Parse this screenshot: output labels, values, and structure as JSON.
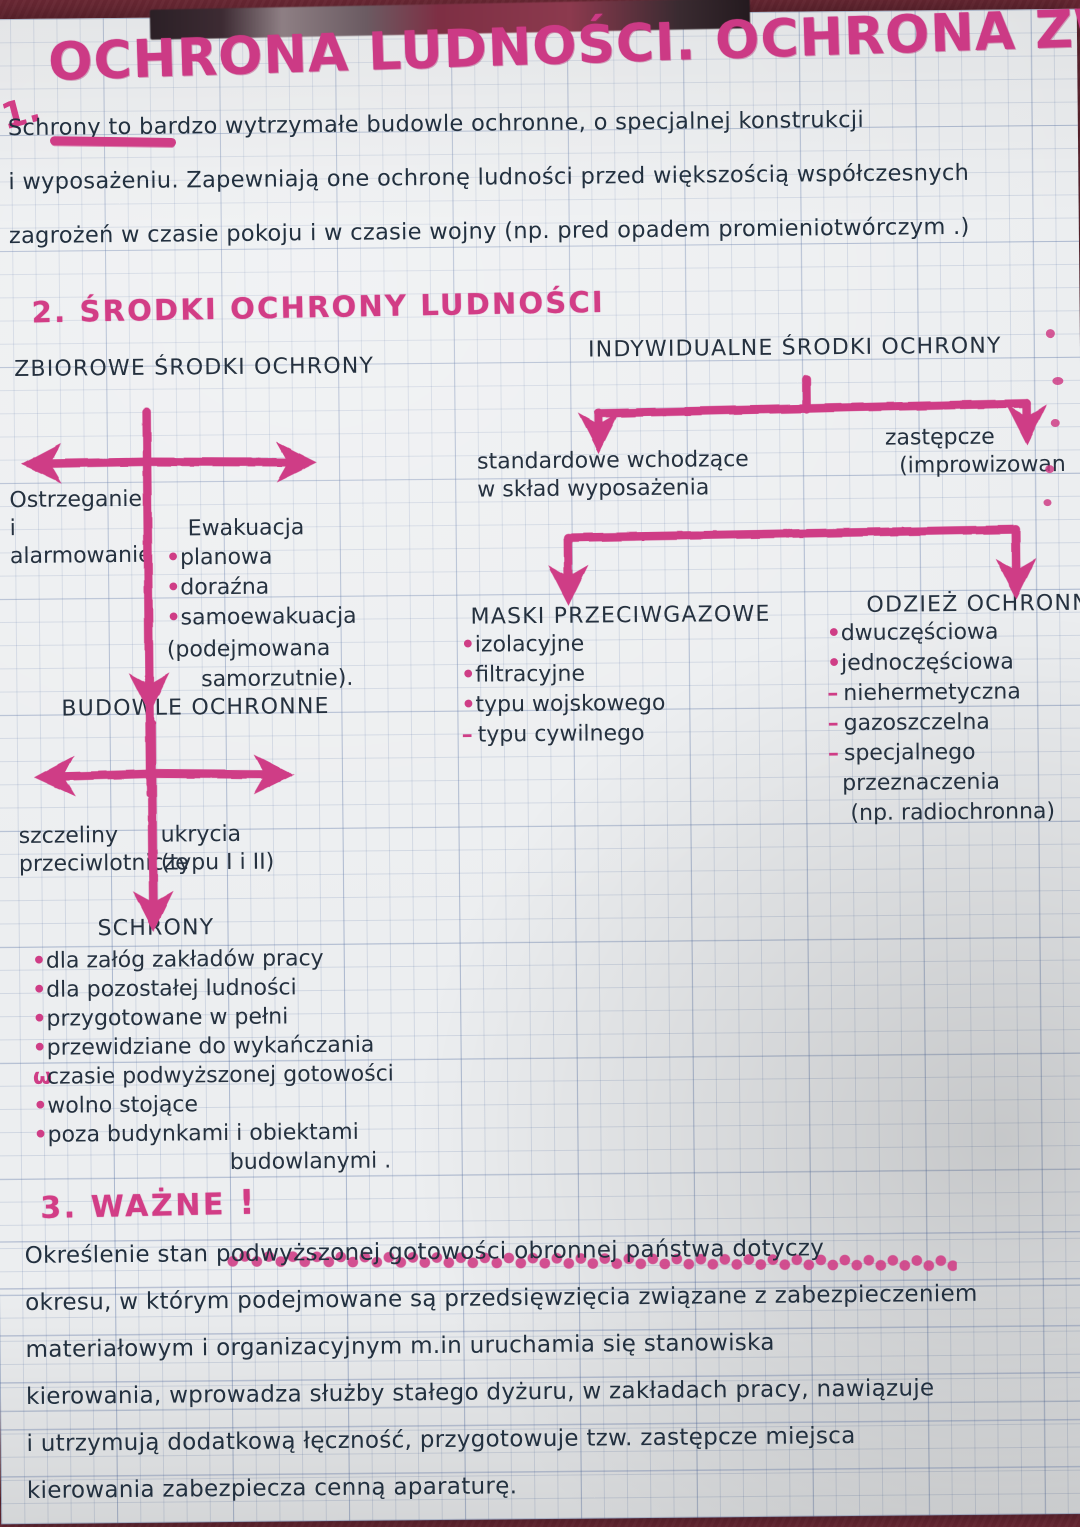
{
  "document": {
    "title": "OCHRONA LUDNOŚCI. OCHRONA ZWIERZĄT.",
    "medium": "handwritten notes on graph paper",
    "accent_color": "#cf3d86",
    "ink_color": "#25313f"
  },
  "section1": {
    "number": "1.",
    "underlined_word": "Schrony",
    "lines": [
      "Schrony to bardzo wytrzymałe budowle ochronne, o specjalnej konstrukcji",
      "i wyposażeniu. Zapewniają one ochronę ludności przed większością współczesnych",
      "zagrożeń w czasie pokoju i w czasie wojny (np. pred opadem promieniotwórczym .)"
    ]
  },
  "section2": {
    "heading": "2. ŚRODKI OCHRONY LUDNOŚCI",
    "left_branch": {
      "root": "ZBIOROWE ŚRODKI OCHRONY",
      "child_left": {
        "lines": [
          "Ostrzeganie",
          "i",
          "alarmowanie"
        ]
      },
      "child_right": {
        "title": "Ewakuacja",
        "items": [
          {
            "marker": "•",
            "text": "planowa"
          },
          {
            "marker": "•",
            "text": "doraźna"
          },
          {
            "marker": "•",
            "text": "samoewakuacja"
          }
        ],
        "note_lines": [
          "(podejmowana",
          "samorzutnie)."
        ]
      },
      "node_budowle": "BUDOWLE OCHRONNE",
      "budowle_children": {
        "left_lines": [
          "szczeliny",
          "przeciwlotnicze"
        ],
        "right_lines": [
          "ukrycia",
          "(typu I i II)"
        ]
      },
      "node_schrony": "SCHRONY",
      "schrony_items": [
        {
          "marker": "•",
          "text": "dla załóg zakładów pracy"
        },
        {
          "marker": "•",
          "text": "dla pozostałej ludności"
        },
        {
          "marker": "•",
          "text": "przygotowane w pełni"
        },
        {
          "marker": "•",
          "text": "przewidziane do wykańczania"
        },
        {
          "marker": "ω",
          "text": "czasie podwyższonej gotowości"
        },
        {
          "marker": "•",
          "text": "wolno stojące"
        },
        {
          "marker": "•",
          "text": "poza budynkami i obiektami"
        }
      ],
      "schrony_tail": "budowlanymi ."
    },
    "right_branch": {
      "root": "INDYWIDUALNE ŚRODKI OCHRONY",
      "child_left_lines": [
        "standardowe wchodzące",
        "w skład wyposażenia"
      ],
      "child_right_lines": [
        "zastępcze",
        "(improwizowan"
      ],
      "masks": {
        "title": "MASKI PRZECIWGAZOWE",
        "items": [
          {
            "marker": "•",
            "text": "izolacyjne"
          },
          {
            "marker": "•",
            "text": "filtracyjne"
          },
          {
            "marker": "•",
            "text": "typu wojskowego"
          },
          {
            "marker": "–",
            "text": "typu cywilnego"
          }
        ]
      },
      "clothing": {
        "title": "ODZIEŻ OCHRONNA",
        "items": [
          {
            "marker": "•",
            "text": "dwuczęściowa"
          },
          {
            "marker": "•",
            "text": "jednoczęściowa"
          },
          {
            "marker": "–",
            "text": "niehermetyczna"
          },
          {
            "marker": "–",
            "text": "gazoszczelna"
          },
          {
            "marker": "–",
            "text": "specjalnego"
          }
        ],
        "tail_lines": [
          "przeznaczenia",
          "(np. radiochronna)"
        ]
      }
    }
  },
  "section3": {
    "heading": "3. WAŻNE",
    "heading_mark": "!",
    "underlined_phrase": "stan podwyższonej gotowości obronnej państwa",
    "lines": [
      "Określenie stan podwyższonej gotowości obronnej państwa dotyczy",
      "okresu, w którym podejmowane są przedsięwzięcia związane z zabezpieczeniem",
      "materiałowym i organizacyjnym m.in uruchamia się stanowiska",
      "kierowania, wprowadza służby stałego dyżuru, w zakładach pracy, nawiązuje",
      "i utrzymują dodatkową łęczność, przygotowuje tzw. zastępcze miejsca",
      "kierowania zabezpiecza cenną aparaturę."
    ]
  }
}
